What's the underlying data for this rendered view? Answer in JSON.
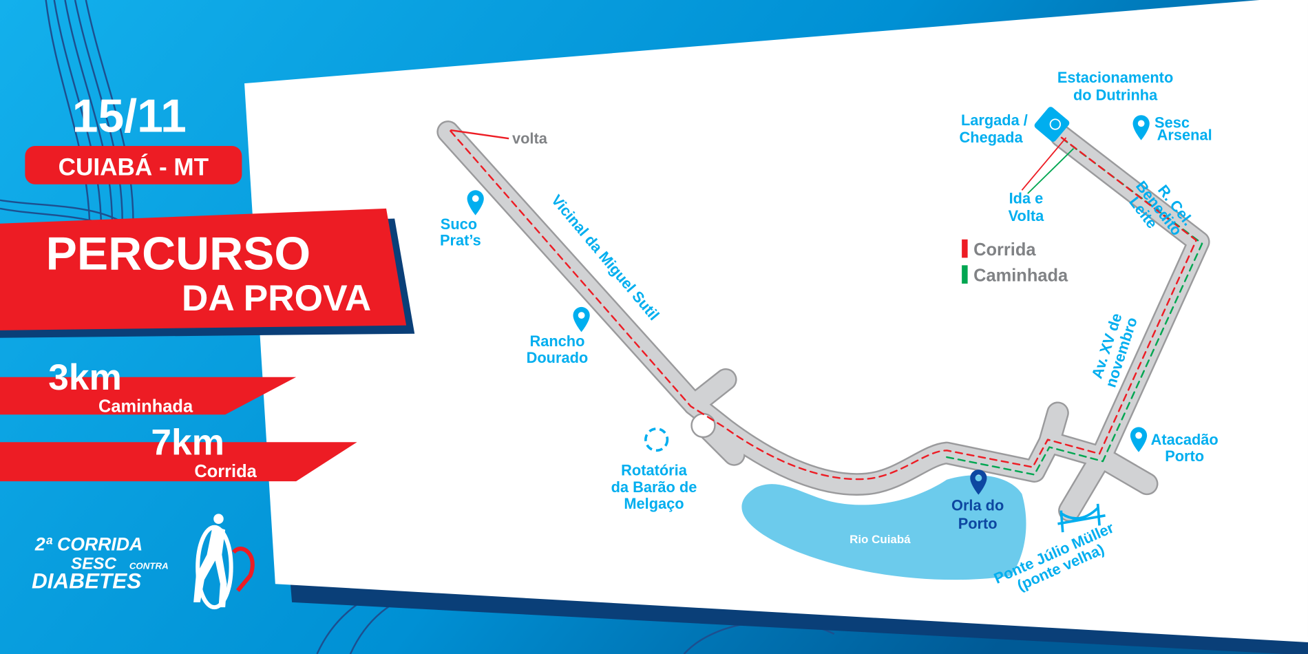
{
  "header": {
    "date": "15/11",
    "location": "CUIABÁ - MT",
    "title_line1": "PERCURSO",
    "title_line2": "DA PROVA"
  },
  "distances": [
    {
      "km": "3km",
      "label": "Caminhada"
    },
    {
      "km": "7km",
      "label": "Corrida"
    }
  ],
  "logo": {
    "line1": "2ª CORRIDA",
    "line2": "SESC",
    "line2b": "CONTRA",
    "line3": "DIABETES"
  },
  "map": {
    "turnaround": "volta",
    "streets": {
      "miguel_sutil": "Vicinal da Miguel Sutil",
      "benedito_leite": [
        "R. Cel.",
        "Benedito",
        "Leite"
      ],
      "xv_novembro": [
        "Av. XV de",
        "novembro"
      ]
    },
    "places": {
      "suco": [
        "Suco",
        "Prat’s"
      ],
      "rancho": [
        "Rancho",
        "Dourado"
      ],
      "rotatoria": [
        "Rotatória",
        "da Barão de",
        "Melgaço"
      ],
      "orla": [
        "Orla do",
        "Porto"
      ],
      "rio": "Rio Cuiabá",
      "ponte": [
        "Ponte Júlio Müller",
        "(ponte velha)"
      ],
      "atacadao": [
        "Atacadão",
        "Porto"
      ],
      "sesc": [
        "Sesc",
        "Arsenal"
      ],
      "estacionamento": [
        "Estacionamento",
        "do Dutrinha"
      ],
      "largada": [
        "Largada /",
        "Chegada"
      ],
      "ida_volta": [
        "Ida e",
        "Volta"
      ]
    },
    "legend": [
      {
        "label": "Corrida",
        "color": "#ed1c24"
      },
      {
        "label": "Caminhada",
        "color": "#00a651"
      }
    ]
  },
  "colors": {
    "red": "#ed1c24",
    "blue": "#00aeef",
    "navy": "#0a3f78",
    "road": "#d1d2d4"
  }
}
